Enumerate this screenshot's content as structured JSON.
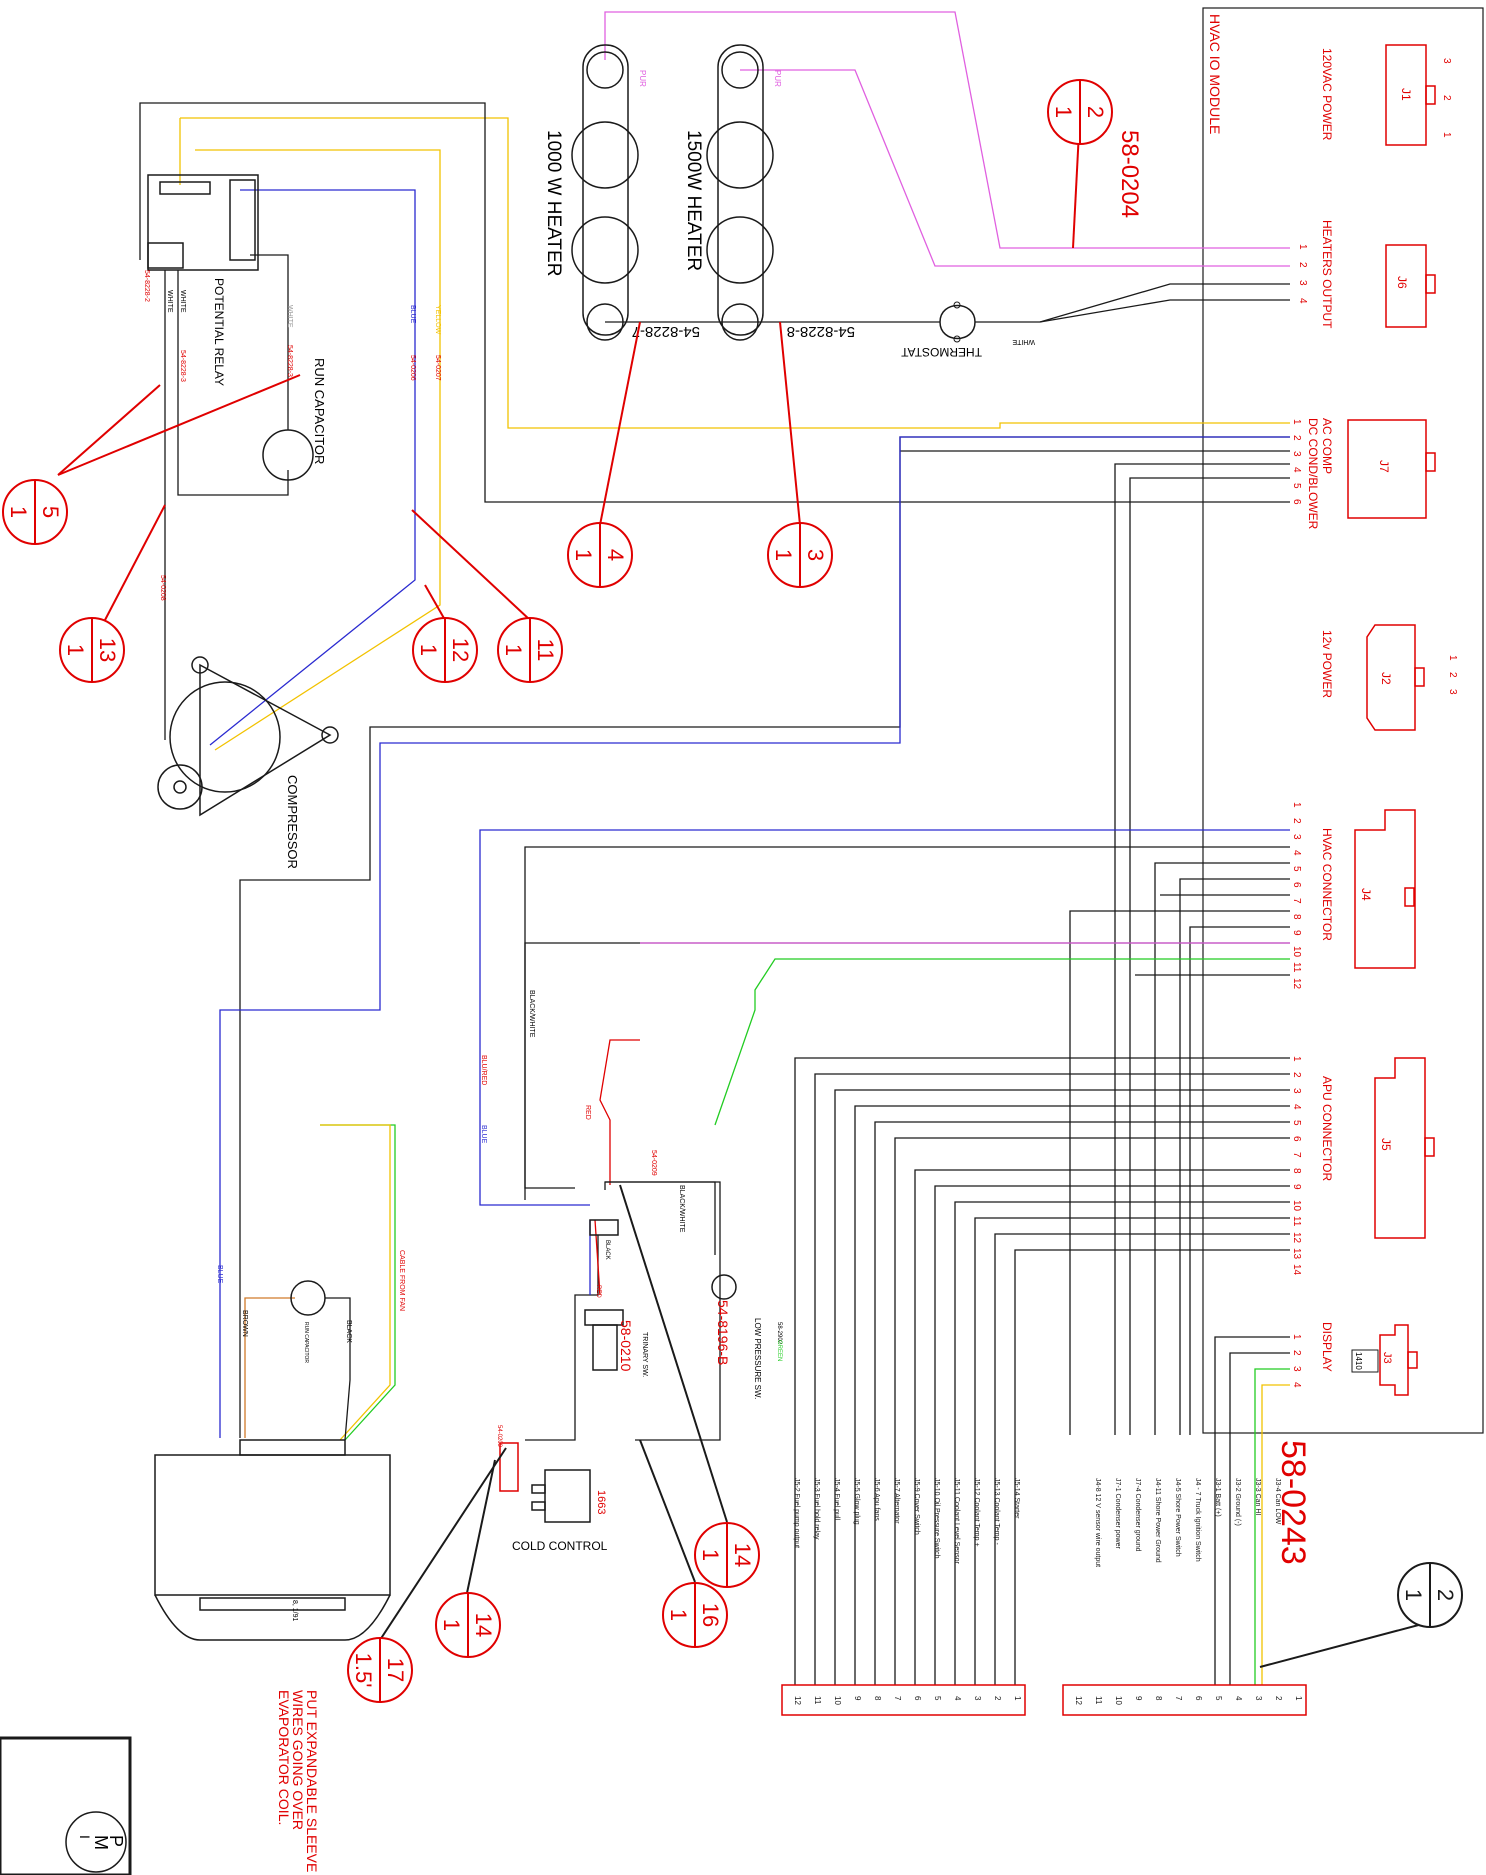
{
  "colors": {
    "wire_black": "#1a1a1a",
    "wire_red": "#e00000",
    "wire_blue": "#2a2ad0",
    "wire_yellow": "#f2c200",
    "wire_purple": "#e060e0",
    "wire_green": "#22cc22",
    "wire_orange": "#d07a2a",
    "callout": "#e00000"
  },
  "module": {
    "title": "HVAC IO MODULE",
    "part_number": "58-0243",
    "connectors": {
      "j1": {
        "id": "J1",
        "label": "120VAC POWER",
        "pins": [
          "3",
          "2",
          "1"
        ]
      },
      "j6": {
        "id": "J6",
        "label": "HEATERS OUTPUT",
        "pins": [
          "1",
          "2",
          "3",
          "4"
        ]
      },
      "j7": {
        "id": "J7",
        "label": "AC COMP",
        "label2": "DC COND/BLOWER",
        "pins": [
          "1",
          "2",
          "3",
          "4",
          "5",
          "6"
        ]
      },
      "j2": {
        "id": "J2",
        "label": "12v POWER",
        "pins": [
          "1",
          "2",
          "3"
        ]
      },
      "j4": {
        "id": "J4",
        "label": "HVAC CONNECTOR",
        "pins": [
          "1",
          "2",
          "3",
          "4",
          "5",
          "6",
          "7",
          "8",
          "9",
          "10",
          "11",
          "12"
        ]
      },
      "j5": {
        "id": "J5",
        "label": "APU CONNECTOR",
        "pins": [
          "1",
          "2",
          "3",
          "4",
          "5",
          "6",
          "7",
          "8",
          "9",
          "10",
          "11",
          "12",
          "13",
          "14"
        ]
      },
      "j3": {
        "id": "J3",
        "label": "DISPLAY",
        "pins": [
          "1",
          "2",
          "3",
          "4"
        ],
        "part": "1410"
      }
    }
  },
  "components": {
    "heater_1500": "1500W HEATER",
    "heater_1000": "1000 W HEATER",
    "thermostat": "THERMOSTAT",
    "potential_relay": "POTENTIAL RELAY",
    "run_capacitor": "RUN CAPACITOR",
    "compressor": "COMPRESSOR",
    "cold_control": "COLD CONTROL",
    "cold_control_part": "1663",
    "trinary_sw": "TRINARY SW.",
    "trinary_part": "58-0210",
    "low_pressure_sw": "LOW PRESSURE SW.",
    "low_pressure_part": "54-8196-B",
    "fan_run_cap": "RUN CAPACITOR",
    "fan_size": "8, 1/91",
    "cable_from_fan": "CABLE FROM FAN"
  },
  "wire_labels": {
    "pur": "PUR",
    "white": "WHITE",
    "blue": "BLUE",
    "yellow": "YELLOW",
    "black": "BLACK",
    "brown": "BROWN",
    "red": "RED",
    "green": "GREEN",
    "blue_red": "BLU/RED",
    "black_white": "BLACK/WHITE",
    "wire_54_8228_7": "54-8228-7",
    "wire_54_8228_8": "54-8228-8",
    "w_54_8228_2": "54-8228-2",
    "w_54_8228_3": "54-8228-3",
    "w_54_0206": "54-0206",
    "w_54_0207": "54-0207",
    "w_54_0208": "54-0208",
    "w_54_0209": "54-0209",
    "w_58_2902": "58-2902"
  },
  "callouts": [
    {
      "top": "2",
      "bottom": "1",
      "part": "58-0204"
    },
    {
      "top": "4",
      "bottom": "1"
    },
    {
      "top": "3",
      "bottom": "1"
    },
    {
      "top": "5",
      "bottom": "1"
    },
    {
      "top": "13",
      "bottom": "1"
    },
    {
      "top": "12",
      "bottom": "1"
    },
    {
      "top": "11",
      "bottom": "1"
    },
    {
      "top": "14",
      "bottom": "1"
    },
    {
      "top": "14",
      "bottom": "1"
    },
    {
      "top": "16",
      "bottom": "1"
    },
    {
      "top": "17",
      "bottom": "1.5'"
    },
    {
      "top": "2",
      "bottom": "1"
    }
  ],
  "terminal_block_a": {
    "pins": [
      "12",
      "11",
      "10",
      "9",
      "8",
      "7",
      "6",
      "5",
      "4",
      "3",
      "2",
      "1"
    ],
    "signals": [
      "J5-2 Fuel pump output",
      "J5-3 Fuel hold relay",
      "J5-4 Fuel pull",
      "J5-5 Glow plug",
      "J5-6 Apu fans",
      "J5-7 Alternator",
      "J5-9 Cover Switch",
      "J5-10 Oil Pressure Switch",
      "J5-11 Coolant Level Sensor",
      "J5-12 Coolant Temp +",
      "J5-13 Coolant Temp -",
      "J5-14 Starter"
    ]
  },
  "terminal_block_b": {
    "pins": [
      "12",
      "11",
      "10",
      "9",
      "8",
      "7",
      "6",
      "5",
      "4",
      "3",
      "2",
      "1"
    ],
    "signals": [
      "",
      "J4-8 12 V sensor wire output",
      "J7-1 Condenser power",
      "J7-4 Condenser ground",
      "J4-11 Shore Power Ground",
      "J4-5 Shore Power Switch",
      "J4 - 7 Truck Ignition Switch",
      "J3-1 Batt (+)",
      "J3-2 Ground (-)",
      "J3-3 Can HI",
      "J3-4 Can LOW",
      ""
    ]
  },
  "note": "PUT EXPANDABLE SLEEVE ON WIRES GOING OVER EVAPORATOR COIL.",
  "logo": {
    "text1": "P",
    "text2": "M",
    "text3": "I"
  }
}
